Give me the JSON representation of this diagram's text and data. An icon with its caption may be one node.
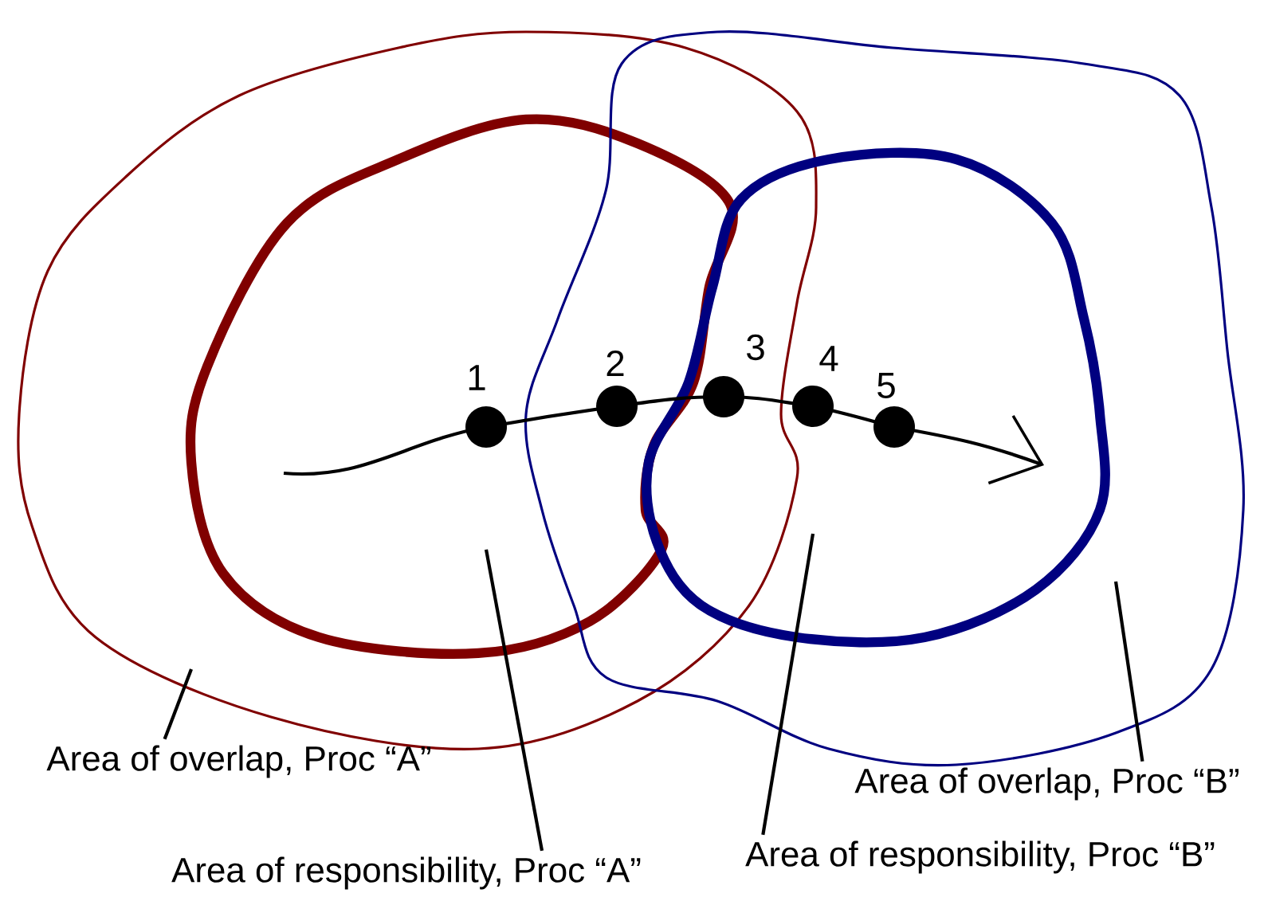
{
  "diagram": {
    "nodes": [
      {
        "text": [],
        "shape": "blob"
      },
      {
        "text": [],
        "shape": "blob",
        "in": 0
      },
      {
        "text": [],
        "shape": "blob"
      },
      {
        "text": [],
        "shape": "blob",
        "in": 2
      },
      {
        "text": [
          "Area of overlap, Proc “A”"
        ]
      },
      {
        "text": [
          "Area of responsibility, Proc “A”"
        ]
      },
      {
        "text": [
          "Area of overlap, Proc “B”"
        ]
      },
      {
        "text": [
          "Area of responsibility, Proc “B”"
        ]
      }
    ],
    "edges": [
      {
        "from": 4,
        "to": 0,
        "arrow": "none"
      },
      {
        "from": 5,
        "to": 1,
        "arrow": "none"
      },
      {
        "from": 6,
        "to": 2,
        "arrow": "none"
      },
      {
        "from": 7,
        "to": 3,
        "arrow": "none"
      },
      {
        "from": 1,
        "to": 3,
        "arrow": "to"
      }
    ],
    "labels": [
      "1",
      "2",
      "3",
      "4",
      "5"
    ]
  }
}
